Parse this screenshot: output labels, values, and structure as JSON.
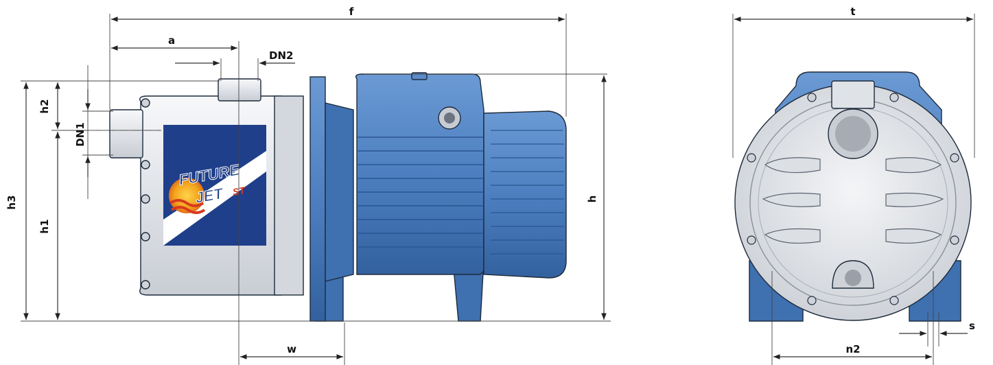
{
  "dimensions": {
    "f": "f",
    "a": "a",
    "dn2": "DN2",
    "h2": "h2",
    "dn1": "DN1",
    "h3": "h3",
    "h1": "h1",
    "h": "h",
    "w": "w",
    "t": "t",
    "n2": "n2",
    "s": "s"
  },
  "logo": {
    "line1": "FUTURE",
    "line2": "JET",
    "suffix": "ST"
  },
  "colors": {
    "motor_blue": "#4d7fc0",
    "motor_blue_dark": "#2f5d9c",
    "stainless": "#e8eaee",
    "label_navy": "#1f3f8a",
    "logo_sun": "#f2a31b",
    "logo_red": "#d83a1f"
  }
}
